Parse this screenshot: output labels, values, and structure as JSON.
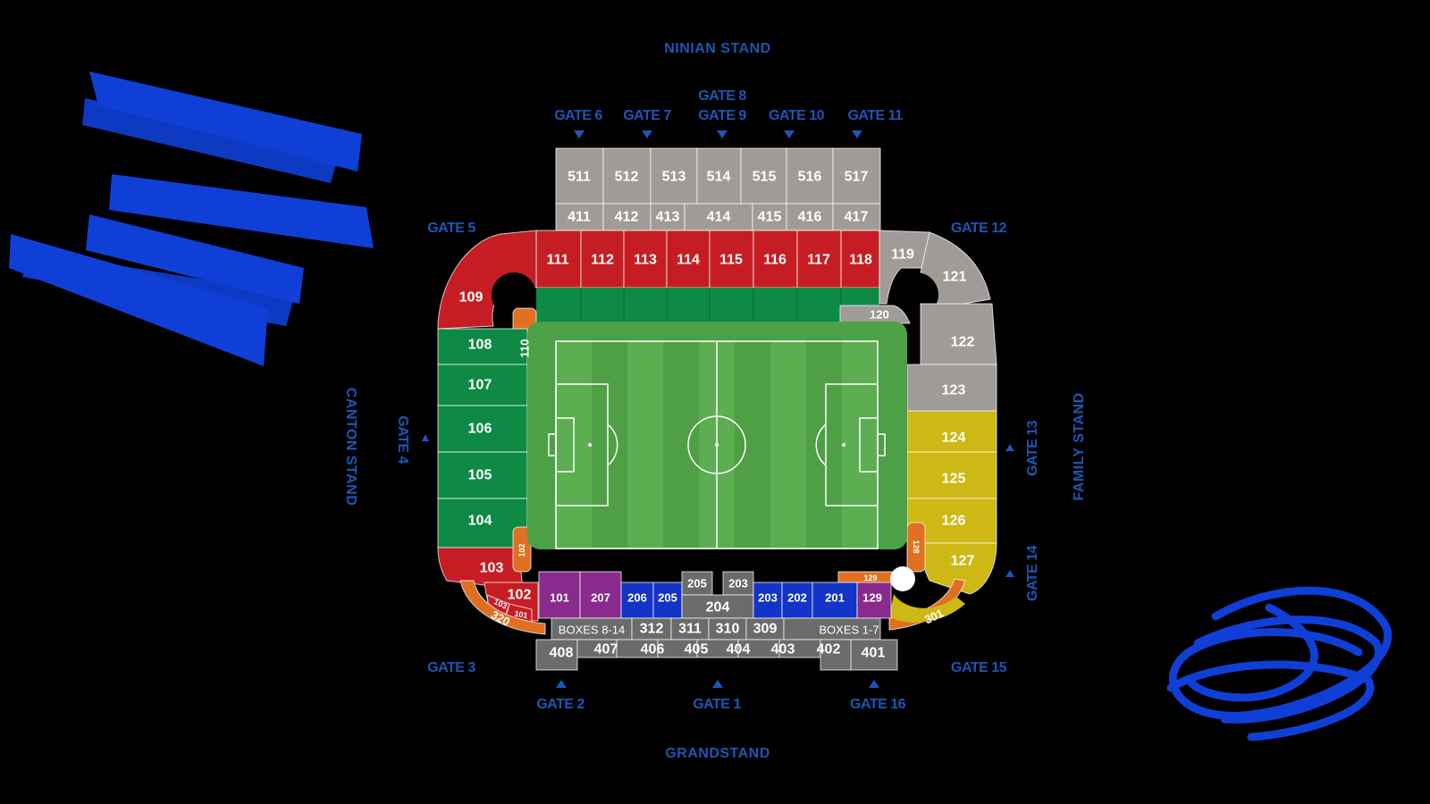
{
  "colors": {
    "background": "#000000",
    "label_blue": "#1e56b3",
    "brush_blue": "#0f3fd6",
    "grey": "#a09a98",
    "dark_grey": "#6b6b6b",
    "red": "#c61d24",
    "green": "#0e8a44",
    "orange": "#e07020",
    "yellow": "#cdb815",
    "purple": "#8a2a8c",
    "blue": "#1434c8",
    "pitch_light": "#5cae51",
    "pitch_dark": "#4f9f45"
  },
  "stands": {
    "north": "NINIAN STAND",
    "south": "GRANDSTAND",
    "west": "CANTON STAND",
    "east": "FAMILY STAND"
  },
  "gates": {
    "g1": "GATE 1",
    "g2": "GATE 2",
    "g3": "GATE 3",
    "g4": "GATE 4",
    "g5": "GATE 5",
    "g6": "GATE 6",
    "g7": "GATE 7",
    "g8": "GATE 8",
    "g9": "GATE 9",
    "g10": "GATE 10",
    "g11": "GATE 11",
    "g12": "GATE 12",
    "g13": "GATE 13",
    "g14": "GATE 14",
    "g15": "GATE 15",
    "g16": "GATE 16"
  },
  "sections": {
    "s511": "511",
    "s512": "512",
    "s513": "513",
    "s514": "514",
    "s515": "515",
    "s516": "516",
    "s517": "517",
    "s411": "411",
    "s412": "412",
    "s413": "413",
    "s414": "414",
    "s415": "415",
    "s416": "416",
    "s417": "417",
    "s111": "111",
    "s112": "112",
    "s113": "113",
    "s114": "114",
    "s115": "115",
    "s116": "116",
    "s117": "117",
    "s118": "118",
    "s109": "109",
    "s110": "110",
    "s108": "108",
    "s107": "107",
    "s106": "106",
    "s105": "105",
    "s104": "104",
    "s103": "103",
    "s102": "102",
    "s102b": "102",
    "s103s": "103",
    "s101s": "101",
    "s320": "320",
    "s119": "119",
    "s121": "121",
    "s120": "120",
    "s122": "122",
    "s123": "123",
    "s124": "124",
    "s125": "125",
    "s126": "126",
    "s127": "127",
    "s128": "128",
    "s129o": "129",
    "s301": "301",
    "s101": "101",
    "s207": "207",
    "s206": "206",
    "s205a": "205",
    "s205b": "205",
    "s203a": "203",
    "s204": "204",
    "s203b": "203",
    "s202": "202",
    "s201": "201",
    "s129": "129",
    "boxes814": "BOXES 8-14",
    "s312": "312",
    "s311": "311",
    "s310": "310",
    "s309": "309",
    "boxes17": "BOXES 1-7",
    "s408": "408",
    "s407": "407",
    "s406": "406",
    "s405": "405",
    "s404": "404",
    "s403": "403",
    "s402": "402",
    "s401": "401"
  }
}
